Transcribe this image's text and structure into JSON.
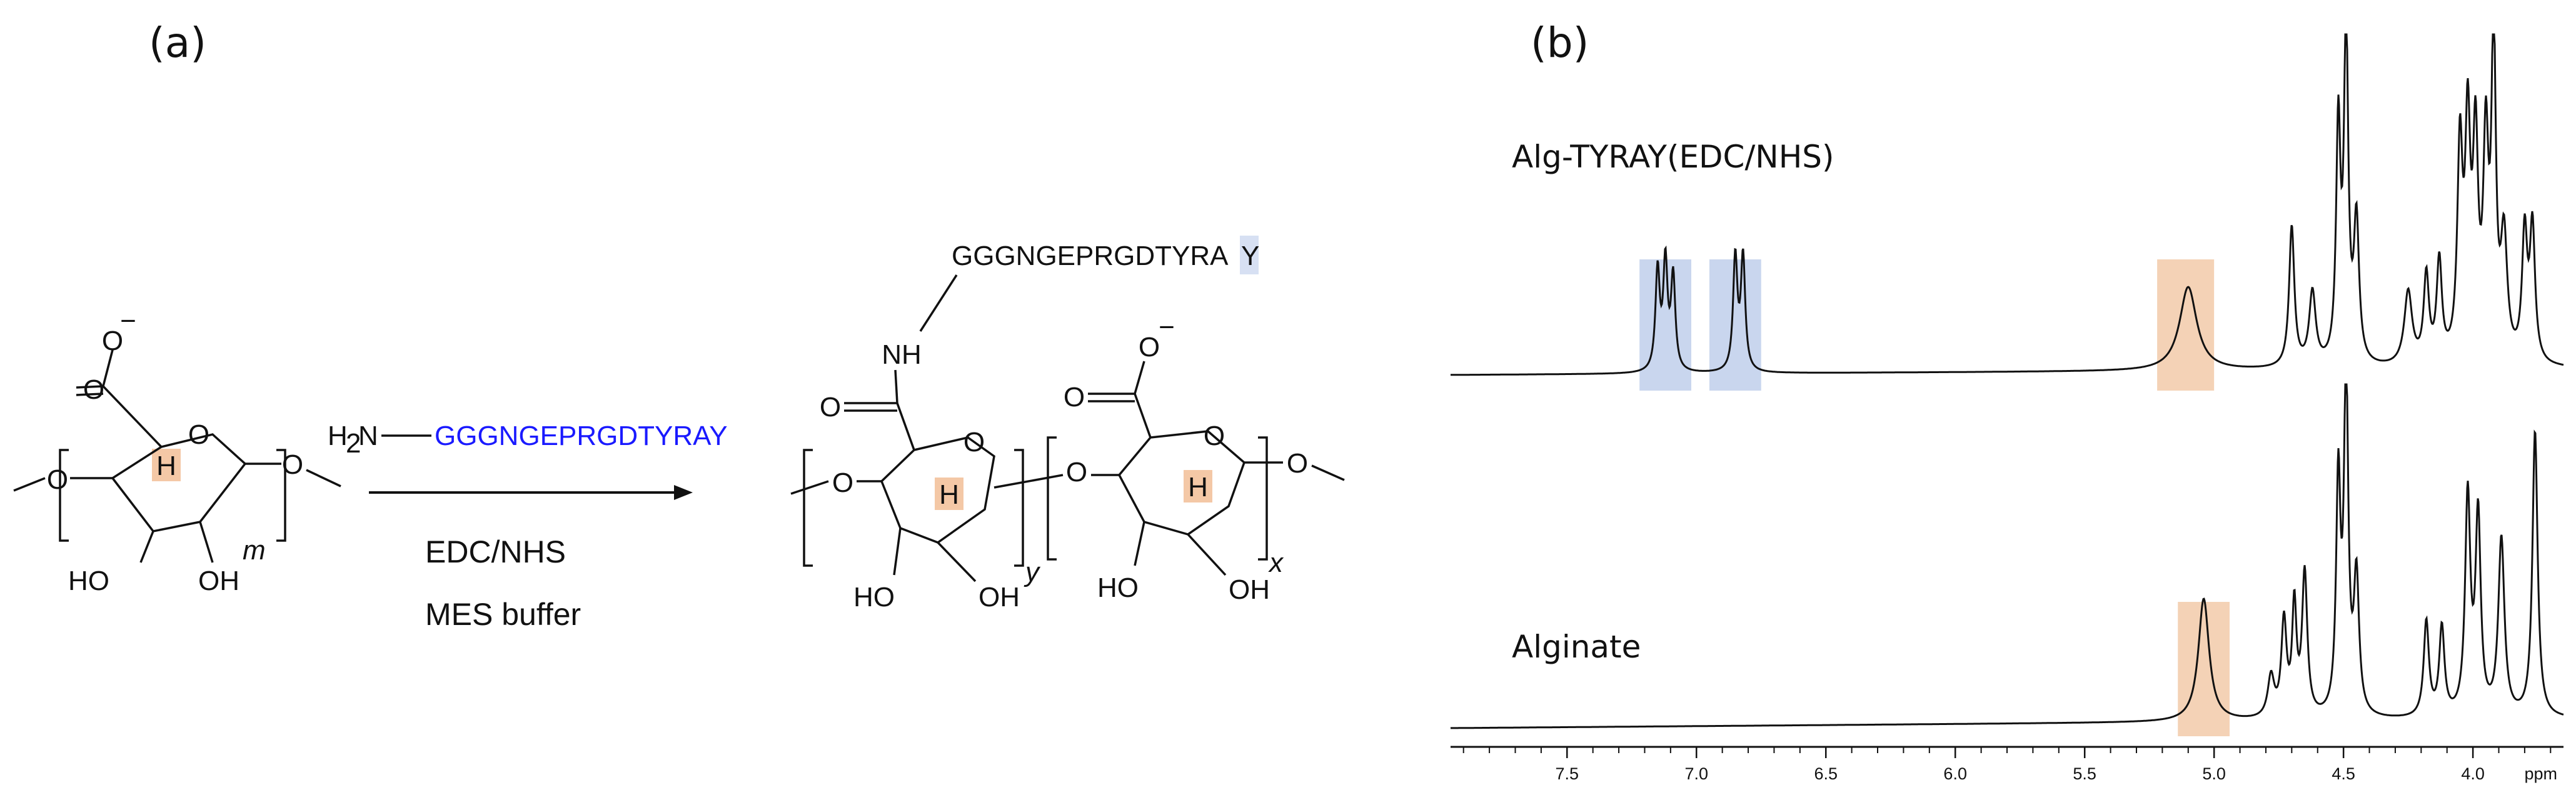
{
  "panels": {
    "a": {
      "label": "(a)"
    },
    "b": {
      "label": "(b)"
    }
  },
  "scheme": {
    "reactant": {
      "charge": "−",
      "o_carbonyl": "O",
      "o_anion": "O",
      "o_ring": "O",
      "o_left": "O",
      "o_right": "O",
      "h_anomeric": "H",
      "oh_left": "HO",
      "oh_right": "OH",
      "repeat": "m"
    },
    "reagent": {
      "amine": "H",
      "amine_sub": "2",
      "amine_n": "N",
      "peptide": "GGGNGEPRGDTYRAY",
      "line1": "EDC/NHS",
      "line2": "MES buffer"
    },
    "product": {
      "peptide_main": "GGGNGEPRGDTYRA",
      "peptide_last": "Y",
      "nh": "NH",
      "o_amide": "O",
      "o_ring1": "O",
      "o_left": "O",
      "h1": "H",
      "oh1_left": "HO",
      "oh1_right": "OH",
      "repeat1": "y",
      "o_link": "O",
      "o_carbonyl2": "O",
      "o_anion2": "O",
      "charge2": "−",
      "o_ring2": "O",
      "h2": "H",
      "o_right": "O",
      "oh2_left": "HO",
      "oh2_right": "OH",
      "repeat2": "x"
    }
  },
  "chart_data": {
    "type": "line",
    "xlabel": "ppm",
    "xlim": [
      7.95,
      3.65
    ],
    "ticks": [
      7.5,
      7.0,
      6.5,
      6.0,
      5.5,
      5.0,
      4.5,
      4.0
    ],
    "tick_labels": [
      "7.5",
      "7.0",
      "6.5",
      "6.0",
      "5.5",
      "5.0",
      "4.5",
      "4.0"
    ],
    "grid": false,
    "series": [
      {
        "name": "Alg-TYRAY(EDC/NHS)",
        "peaks": [
          [
            7.15,
            0.3,
            0.01
          ],
          [
            7.12,
            0.32,
            0.01
          ],
          [
            7.09,
            0.28,
            0.01
          ],
          [
            6.85,
            0.34,
            0.01
          ],
          [
            6.82,
            0.34,
            0.01
          ],
          [
            5.1,
            0.25,
            0.04
          ],
          [
            4.7,
            0.42,
            0.012
          ],
          [
            4.62,
            0.22,
            0.015
          ],
          [
            4.52,
            0.7,
            0.01
          ],
          [
            4.49,
            1.0,
            0.01
          ],
          [
            4.45,
            0.42,
            0.012
          ],
          [
            4.25,
            0.22,
            0.018
          ],
          [
            4.18,
            0.26,
            0.012
          ],
          [
            4.13,
            0.3,
            0.012
          ],
          [
            4.05,
            0.62,
            0.012
          ],
          [
            4.02,
            0.66,
            0.012
          ],
          [
            3.99,
            0.62,
            0.012
          ],
          [
            3.95,
            0.62,
            0.012
          ],
          [
            3.92,
            0.96,
            0.01
          ],
          [
            3.88,
            0.36,
            0.015
          ],
          [
            3.8,
            0.38,
            0.012
          ],
          [
            3.77,
            0.4,
            0.012
          ]
        ],
        "highlights": [
          {
            "from": 7.22,
            "to": 7.02,
            "color": "#c9d6ee"
          },
          {
            "from": 6.95,
            "to": 6.75,
            "color": "#c9d6ee"
          },
          {
            "from": 5.22,
            "to": 5.0,
            "color": "#f4d2b6"
          }
        ]
      },
      {
        "name": "Alginate",
        "peaks": [
          [
            5.04,
            0.36,
            0.025
          ],
          [
            4.78,
            0.12,
            0.015
          ],
          [
            4.73,
            0.28,
            0.012
          ],
          [
            4.69,
            0.32,
            0.01
          ],
          [
            4.65,
            0.42,
            0.012
          ],
          [
            4.52,
            0.68,
            0.01
          ],
          [
            4.49,
            1.0,
            0.01
          ],
          [
            4.45,
            0.4,
            0.012
          ],
          [
            4.18,
            0.28,
            0.012
          ],
          [
            4.12,
            0.26,
            0.012
          ],
          [
            4.02,
            0.64,
            0.012
          ],
          [
            3.98,
            0.58,
            0.012
          ],
          [
            3.89,
            0.52,
            0.014
          ],
          [
            3.76,
            0.84,
            0.012
          ]
        ],
        "highlights": [
          {
            "from": 5.14,
            "to": 4.94,
            "color": "#f4d2b6"
          }
        ]
      }
    ]
  }
}
